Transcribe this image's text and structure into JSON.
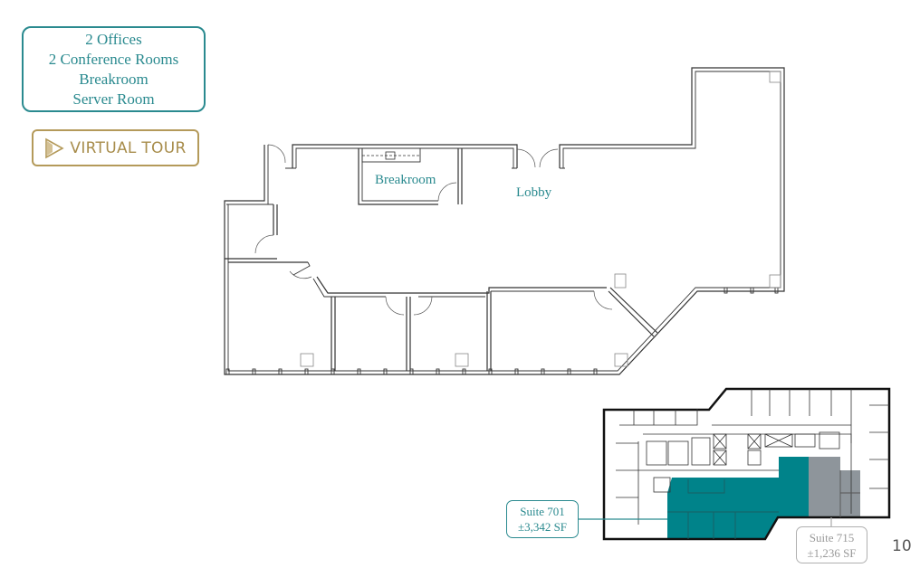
{
  "features": {
    "items": [
      "2 Offices",
      "2 Conference Rooms",
      "Breakroom",
      "Server Room"
    ]
  },
  "virtual_tour": {
    "label": "VIRTUAL TOUR",
    "icon": "play-icon"
  },
  "floor_plan": {
    "rooms": {
      "breakroom": "Breakroom",
      "lobby": "Lobby"
    }
  },
  "key_plan": {
    "suites": [
      {
        "name": "Suite 701",
        "area": "±3,342 SF",
        "color": "#00838a"
      },
      {
        "name": "Suite 715",
        "area": "±1,236 SF",
        "color": "#8e959b"
      }
    ]
  },
  "colors": {
    "teal": "#2a8a8f",
    "gold": "#b49a5a",
    "suite701": "#00838a",
    "suite715": "#8e959b"
  },
  "page": {
    "number": "10"
  }
}
